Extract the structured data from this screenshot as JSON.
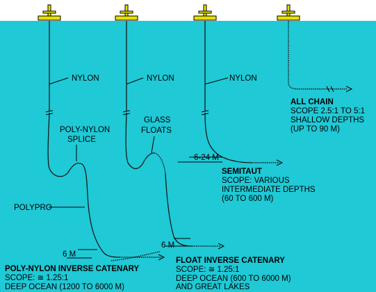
{
  "colors": {
    "water": "#1fc9d6",
    "buoy": "#e7e000",
    "line": "#1a1a1a",
    "text": "#000000"
  },
  "labels": {
    "nylon_1": "NYLON",
    "nylon_2": "NYLON",
    "nylon_3": "NYLON",
    "splice_1": "POLY-NYLON",
    "splice_2": "SPLICE",
    "glass_1": "GLASS",
    "glass_2": "FLOATS",
    "polypro": "POLYPRO",
    "depth_6m_a": "6 M",
    "depth_6m_b": "6 M",
    "depth_6_24m": "6-24 M"
  },
  "moorings": {
    "all_chain": {
      "title": "ALL CHAIN",
      "scope": "SCOPE 2.5:1 TO 5:1",
      "depth_1": "SHALLOW DEPTHS",
      "depth_2": "(UP TO 90 M)"
    },
    "semitaut": {
      "title": "SEMITAUT",
      "scope": "SCOPE: VARIOUS",
      "depth_1": "INTERMEDIATE DEPTHS",
      "depth_2": "(60 TO 600 M)"
    },
    "poly_nylon": {
      "title": "POLY-NYLON INVERSE CATENARY",
      "scope": "SCOPE: ≅ 1.25:1",
      "depth_1": "DEEP OCEAN (1200 TO 6000 M)"
    },
    "float": {
      "title": "FLOAT INVERSE CATENARY",
      "scope": "SCOPE: ≅ 1.25:1",
      "depth_1": "DEEP OCEAN (600 TO 6000 M)",
      "depth_2": "AND GREAT LAKES"
    }
  }
}
